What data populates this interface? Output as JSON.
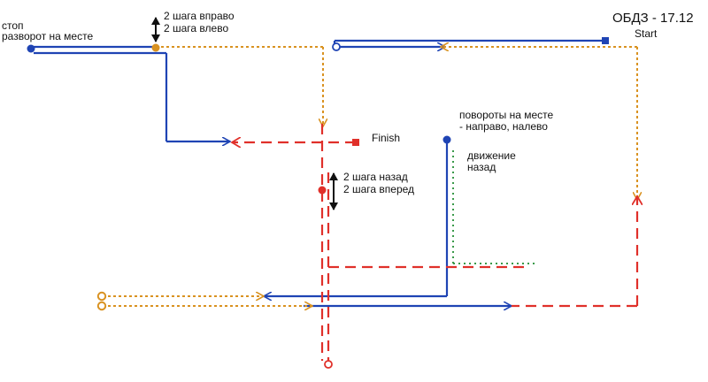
{
  "title": "ОБДЗ - 17.12",
  "start_label": "Start",
  "finish_label": "Finish",
  "notes": {
    "stop": "стоп",
    "turnaround": "разворот на месте",
    "steps_right": "2 шага вправо",
    "steps_left": "2 шага влево",
    "steps_back": "2 шага назад",
    "steps_forward": "2 шага вперед",
    "turns_line1": "повороты на месте",
    "turns_line2": "- направо, налево",
    "move_line1": "движение",
    "move_line2": "назад"
  },
  "colors": {
    "blue": "#1f44b4",
    "orange": "#d99221",
    "red": "#e0302a",
    "green": "#3a9a4a",
    "black": "#111111"
  }
}
